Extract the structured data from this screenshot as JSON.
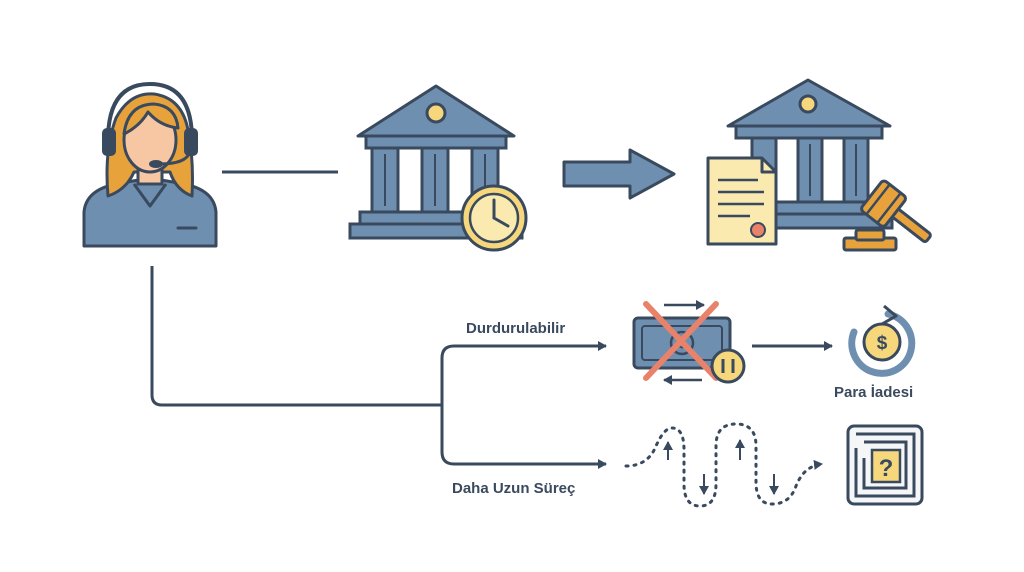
{
  "labels": {
    "branch_stoppable": "Durdurulabilir",
    "branch_longer": "Daha Uzun Süreç",
    "refund": "Para İadesi"
  },
  "icons": {
    "agent": "customer-support-agent-icon",
    "bank_waiting": "bank-with-clock-icon",
    "bank_legal": "bank-with-document-and-gavel-icon",
    "payment_stop": "crossed-out-cash-transfer-pause-icon",
    "refund": "dollar-refund-cycle-icon",
    "maze": "maze-question-icon"
  },
  "colors": {
    "outline": "#3a4a5e",
    "blue": "#6f8fb0",
    "orange": "#e8a23b",
    "yellow": "#f6d77c",
    "paper": "#faeab0",
    "red": "#e8826a",
    "skin": "#f7c6a3",
    "green": "#8fb27e"
  }
}
